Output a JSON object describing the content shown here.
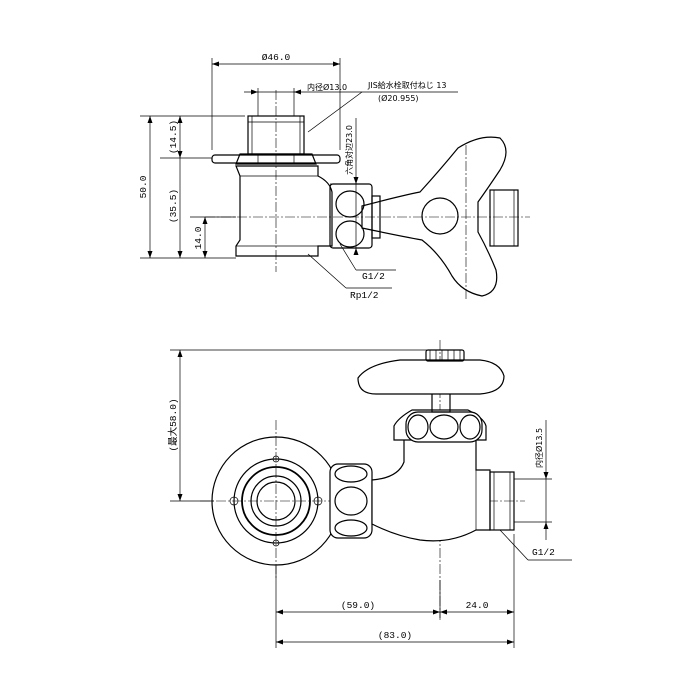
{
  "top_view": {
    "dim_width": "Ø46.0",
    "dim_inner_bore": "内径Ø13.0",
    "callout_jis": "JIS給水栓取付ねじ 13",
    "callout_jis_sub": "(Ø20.955)",
    "dim_total_height": "50.0",
    "dim_upper": "(14.5)",
    "dim_middle": "(35.5)",
    "dim_lower": "14.0",
    "dim_hex": "六角対辺23.0",
    "callout_g": "G1/2",
    "callout_rp": "Rp1/2"
  },
  "bottom_view": {
    "dim_max_height": "(最大58.0)",
    "dim_outlet_bore": "内径Ø13.5",
    "callout_g": "G1/2",
    "dim_offset": "(59.0)",
    "dim_outlet": "24.0",
    "dim_overall": "(83.0)"
  }
}
